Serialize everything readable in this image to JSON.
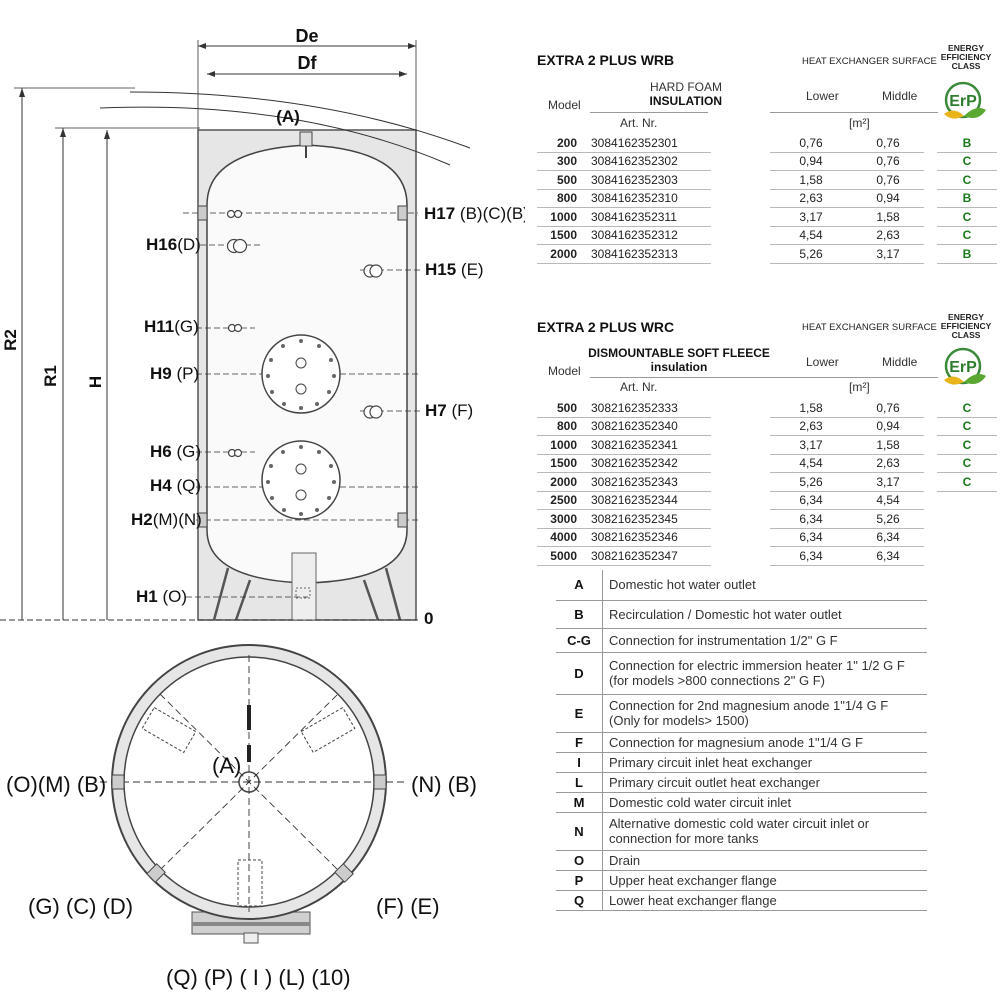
{
  "drawing": {
    "labels": {
      "De": "De",
      "Df": "Df",
      "A_top": "(A)",
      "R2": "R2",
      "R1": "R1",
      "H": "H",
      "zero": "0",
      "H17": "H17",
      "H17_suffix": "(B)(C)(B)",
      "H16": "H16",
      "H16_suffix": "(D)",
      "H15": "H15",
      "H15_suffix": "(E)",
      "H11": "H11",
      "H11_suffix": "(G)",
      "H9": "H9",
      "H9_suffix": "(P)",
      "H7": "H7",
      "H7_suffix": "(F)",
      "H6": "H6",
      "H6_suffix": "(G)",
      "H4": "H4",
      "H4_suffix": "(Q)",
      "H2": "H2",
      "H2_suffix": "(M)(N)",
      "H1": "H1",
      "H1_suffix": "(O)"
    },
    "plan_labels": {
      "A": "(A)",
      "left": "(O)(M) (B)",
      "right": "(N) (B)",
      "lower_left": "(G) (C) (D)",
      "lower_right": "(F) (E)",
      "bottom": "(Q) (P) ( I ) (L) (10)"
    }
  },
  "wrb": {
    "title": "EXTRA 2 PLUS WRB",
    "model_header": "Model",
    "insulation_line1": "HARD FOAM",
    "insulation_line2": "INSULATION",
    "art_header": "Art. Nr.",
    "hx_header": "Heat exchanger surface",
    "lower_header": "Lower",
    "middle_header": "Middle",
    "unit": "[m²]",
    "ee_line1": "ENERGY",
    "ee_line2": "EFFICIENCY",
    "ee_line3": "CLASS",
    "erp_label": "ErP",
    "rows": [
      {
        "model": "200",
        "art": "3084162352301",
        "lower": "0,76",
        "middle": "0,76",
        "class": "B"
      },
      {
        "model": "300",
        "art": "3084162352302",
        "lower": "0,94",
        "middle": "0,76",
        "class": "C"
      },
      {
        "model": "500",
        "art": "3084162352303",
        "lower": "1,58",
        "middle": "0,76",
        "class": "C"
      },
      {
        "model": "800",
        "art": "3084162352310",
        "lower": "2,63",
        "middle": "0,94",
        "class": "B"
      },
      {
        "model": "1000",
        "art": "3084162352311",
        "lower": "3,17",
        "middle": "1,58",
        "class": "C"
      },
      {
        "model": "1500",
        "art": "3084162352312",
        "lower": "4,54",
        "middle": "2,63",
        "class": "C"
      },
      {
        "model": "2000",
        "art": "3084162352313",
        "lower": "5,26",
        "middle": "3,17",
        "class": "B"
      }
    ]
  },
  "wrc": {
    "title": "EXTRA 2 PLUS WRC",
    "model_header": "Model",
    "insulation_line1": "DISMOUNTABLE SOFT FLEECE",
    "insulation_line2": "insulation",
    "art_header": "Art. Nr.",
    "hx_header": "Heat exchanger surface",
    "lower_header": "Lower",
    "middle_header": "Middle",
    "unit": "[m²]",
    "ee_line1": "ENERGY",
    "ee_line2": "EFFICIENCY",
    "ee_line3": "CLASS",
    "erp_label": "ErP",
    "rows": [
      {
        "model": "500",
        "art": "3082162352333",
        "lower": "1,58",
        "middle": "0,76",
        "class": "C"
      },
      {
        "model": "800",
        "art": "3082162352340",
        "lower": "2,63",
        "middle": "0,94",
        "class": "C"
      },
      {
        "model": "1000",
        "art": "3082162352341",
        "lower": "3,17",
        "middle": "1,58",
        "class": "C"
      },
      {
        "model": "1500",
        "art": "3082162352342",
        "lower": "4,54",
        "middle": "2,63",
        "class": "C"
      },
      {
        "model": "2000",
        "art": "3082162352343",
        "lower": "5,26",
        "middle": "3,17",
        "class": "C"
      },
      {
        "model": "2500",
        "art": "3082162352344",
        "lower": "6,34",
        "middle": "4,54",
        "class": ""
      },
      {
        "model": "3000",
        "art": "3082162352345",
        "lower": "6,34",
        "middle": "5,26",
        "class": ""
      },
      {
        "model": "4000",
        "art": "3082162352346",
        "lower": "6,34",
        "middle": "6,34",
        "class": ""
      },
      {
        "model": "5000",
        "art": "3082162352347",
        "lower": "6,34",
        "middle": "6,34",
        "class": ""
      }
    ]
  },
  "legend": [
    {
      "key": "A",
      "text": "Domestic hot water outlet"
    },
    {
      "key": "B",
      "text": "Recirculation / Domestic hot water outlet"
    },
    {
      "key": "C-G",
      "text": "Connection for instrumentation 1/2\" G F"
    },
    {
      "key": "D",
      "text": "Connection for electric immersion heater 1\" 1/2 G F (for models >800 connections 2\" G F)"
    },
    {
      "key": "E",
      "text": "Connection for 2nd magnesium anode 1\"1/4 G F (Only for models> 1500)"
    },
    {
      "key": "F",
      "text": "Connection for magnesium anode 1\"1/4 G F"
    },
    {
      "key": "I",
      "text": "Primary circuit inlet heat exchanger"
    },
    {
      "key": "L",
      "text": "Primary circuit outlet heat exchanger"
    },
    {
      "key": "M",
      "text": "Domestic cold water circuit inlet"
    },
    {
      "key": "N",
      "text": "Alternative domestic cold water circuit inlet or connection for more tanks"
    },
    {
      "key": "O",
      "text": "Drain"
    },
    {
      "key": "P",
      "text": "Upper heat exchanger flange"
    },
    {
      "key": "Q",
      "text": "Lower heat exchanger flange"
    }
  ]
}
